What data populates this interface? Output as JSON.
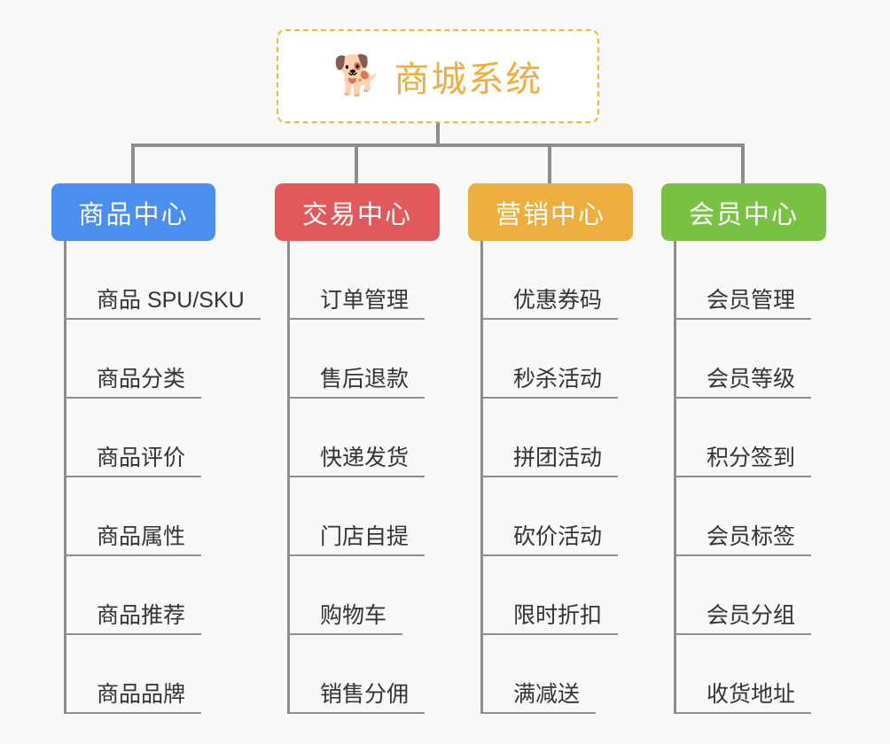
{
  "page": {
    "background_color": "#f8f8f8",
    "type": "mind-map"
  },
  "root": {
    "icon": "shiba-dog-face-emoji",
    "emoji": "🐕",
    "title": "商城系统",
    "text_color": "#f0ad3d",
    "border_color": "#f2b536",
    "border_style": "dashed"
  },
  "branches": [
    {
      "id": "product-center",
      "label": "商品中心",
      "color": "#4a8ef0",
      "items": [
        {
          "label": "商品 SPU/SKU"
        },
        {
          "label": "商品分类"
        },
        {
          "label": "商品评价"
        },
        {
          "label": "商品属性"
        },
        {
          "label": "商品推荐"
        },
        {
          "label": "商品品牌"
        }
      ]
    },
    {
      "id": "trade-center",
      "label": "交易中心",
      "color": "#e2595b",
      "items": [
        {
          "label": "订单管理"
        },
        {
          "label": "售后退款"
        },
        {
          "label": "快递发货"
        },
        {
          "label": "门店自提"
        },
        {
          "label": "购物车"
        },
        {
          "label": "销售分佣"
        }
      ]
    },
    {
      "id": "marketing-center",
      "label": "营销中心",
      "color": "#eeae3e",
      "items": [
        {
          "label": "优惠券码"
        },
        {
          "label": "秒杀活动"
        },
        {
          "label": "拼团活动"
        },
        {
          "label": "砍价活动"
        },
        {
          "label": "限时折扣"
        },
        {
          "label": "满减送"
        }
      ]
    },
    {
      "id": "member-center",
      "label": "会员中心",
      "color": "#79c143",
      "items": [
        {
          "label": "会员管理"
        },
        {
          "label": "会员等级"
        },
        {
          "label": "积分签到"
        },
        {
          "label": "会员标签"
        },
        {
          "label": "会员分组"
        },
        {
          "label": "收货地址"
        }
      ]
    }
  ]
}
